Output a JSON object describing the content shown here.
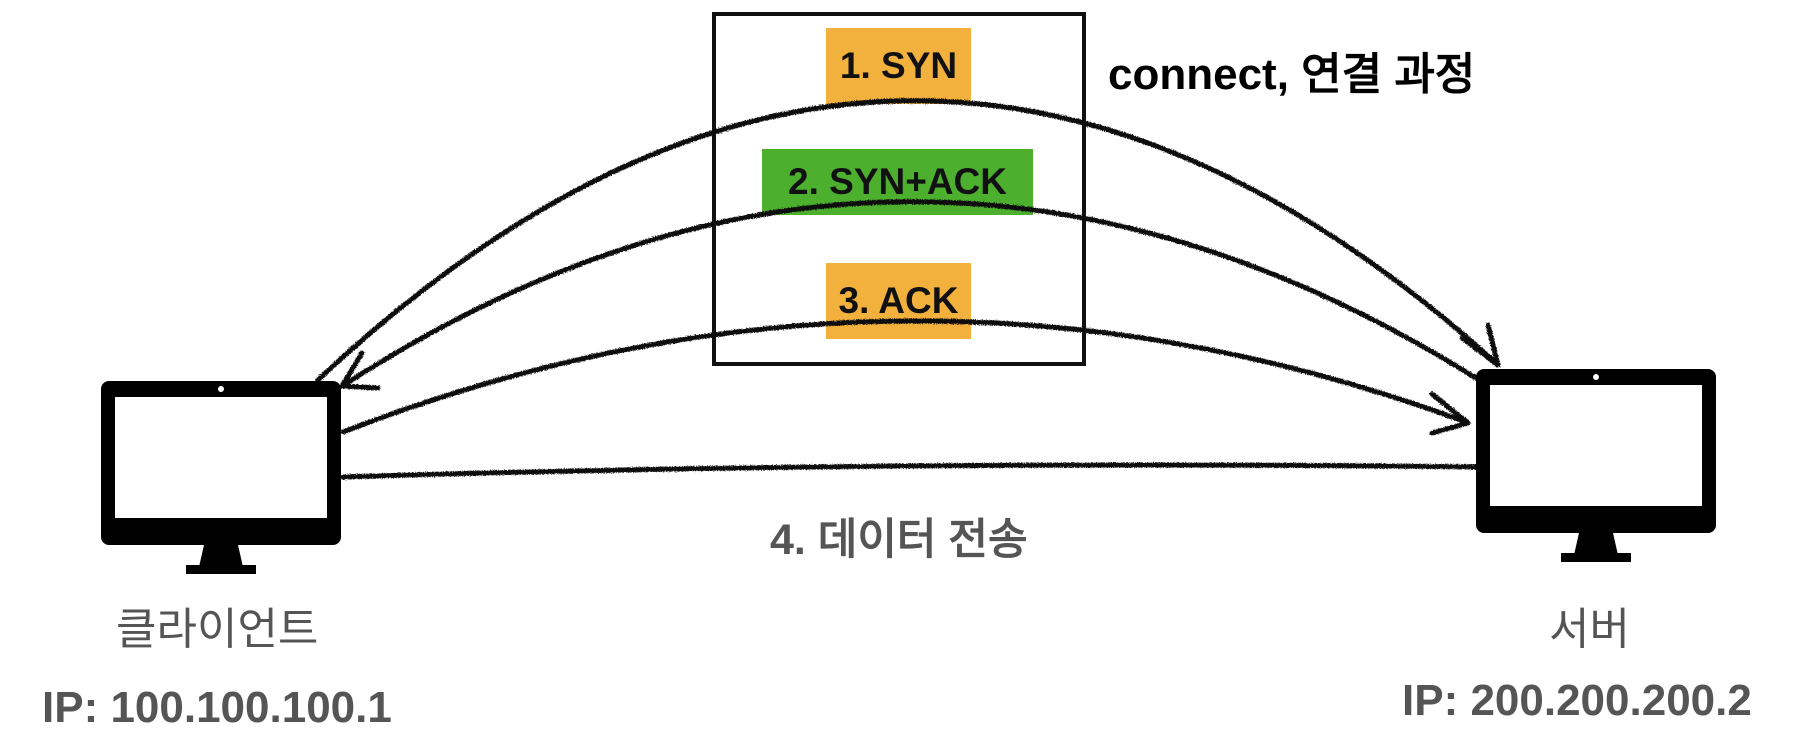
{
  "handshake": {
    "title": "connect, 연결 과정",
    "steps": [
      {
        "label": "1. SYN",
        "color": "#F2B03D"
      },
      {
        "label": "2. SYN+ACK",
        "color": "#4CAF2E"
      },
      {
        "label": "3. ACK",
        "color": "#F2B03D"
      }
    ]
  },
  "transfer": {
    "label": "4. 데이터 전송"
  },
  "client": {
    "name": "클라이언트",
    "ip": "IP: 100.100.100.1",
    "icon": "monitor-icon"
  },
  "server": {
    "name": "서버",
    "ip": "IP: 200.200.200.2",
    "icon": "monitor-icon"
  },
  "colors": {
    "text_muted": "#555555",
    "stroke": "#111111"
  }
}
